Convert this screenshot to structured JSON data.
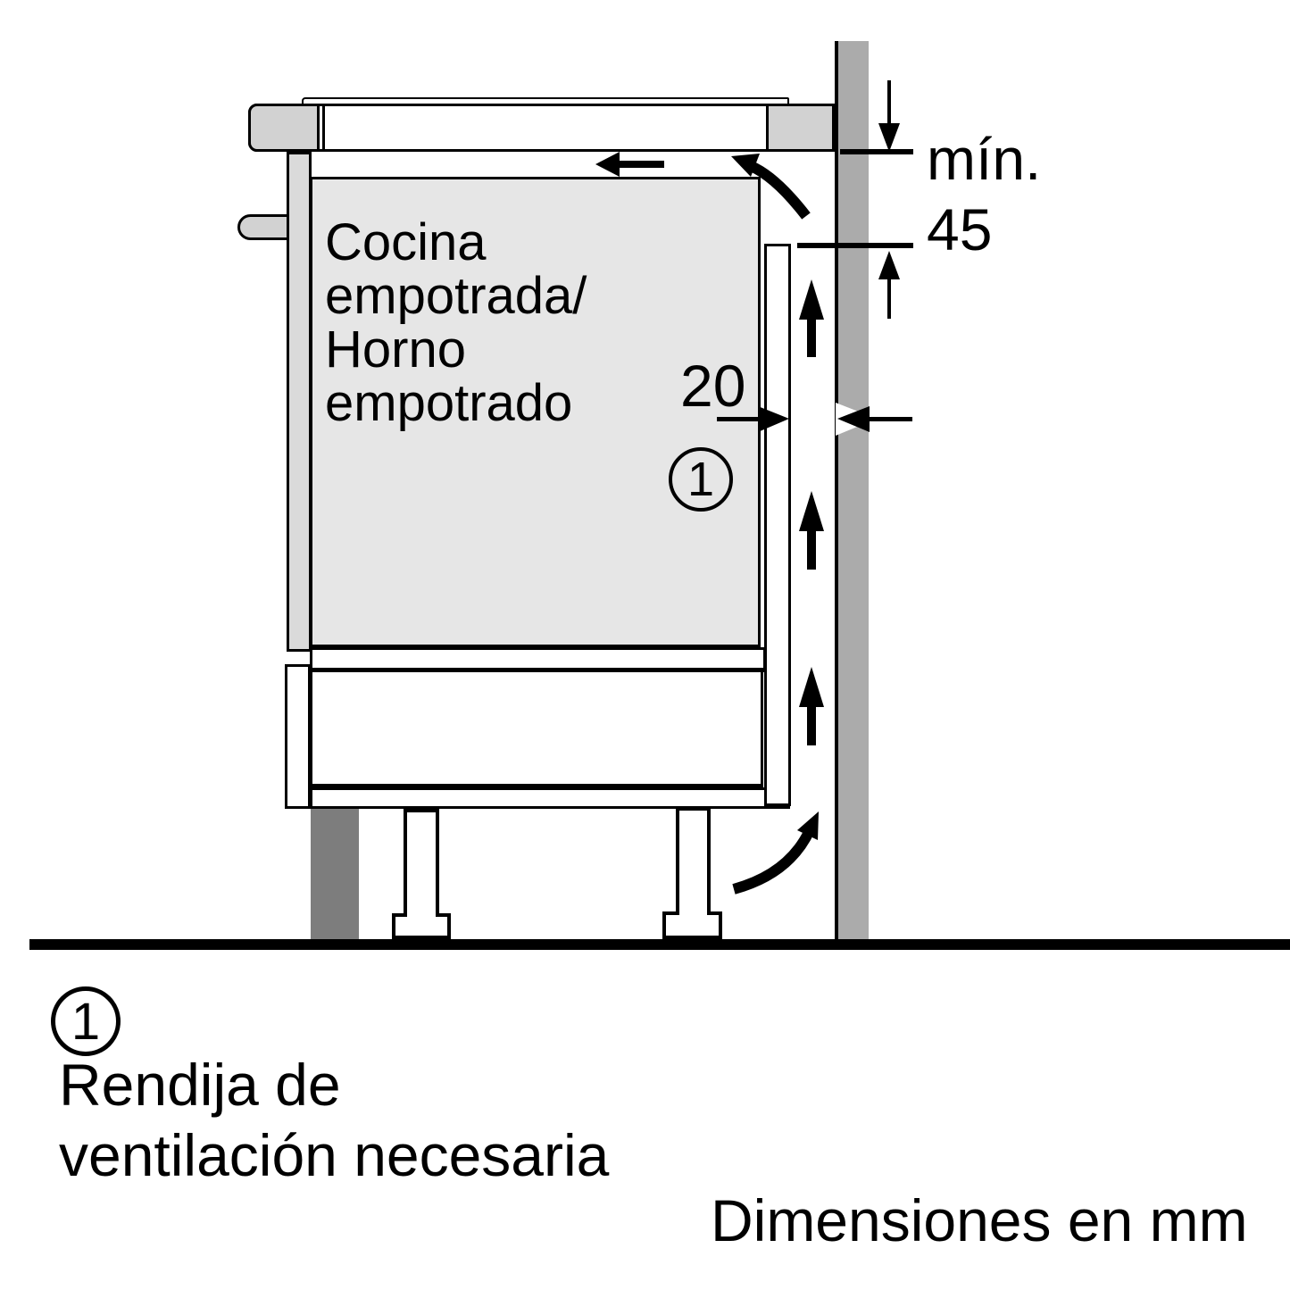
{
  "labels": {
    "cabinet_lines": [
      "Cocina",
      "empotrada/",
      "Horno",
      "empotrado"
    ],
    "dim_min": "mín.",
    "dim_min_value": "45",
    "dim_gap_value": "20",
    "callout": "1"
  },
  "legend": {
    "number": "1",
    "line1": "Rendija de",
    "line2": "ventilación necesaria"
  },
  "footer": "Dimensiones en mm",
  "colors": {
    "line": "#000000",
    "oven-fill": "#e6e6e6",
    "cap-fill": "#d2d2d2",
    "door-fill": "#dadada",
    "wall-fill": "#ababab",
    "plinth-fill": "#7d7d7d",
    "bg": "#ffffff"
  }
}
